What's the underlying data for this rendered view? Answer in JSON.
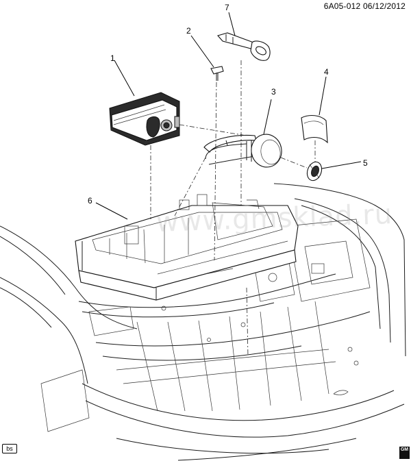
{
  "header": {
    "doc_id": "6A05-012",
    "date": "06/12/2012"
  },
  "watermark": "www.gmsklad.ru",
  "callouts": [
    {
      "id": "1",
      "label": "1"
    },
    {
      "id": "2",
      "label": "2"
    },
    {
      "id": "3",
      "label": "3"
    },
    {
      "id": "4",
      "label": "4"
    },
    {
      "id": "5",
      "label": "5"
    },
    {
      "id": "6",
      "label": "6"
    },
    {
      "id": "7",
      "label": "7"
    }
  ],
  "footer": {
    "bs_tag": "bs",
    "logo_text": "GM"
  }
}
